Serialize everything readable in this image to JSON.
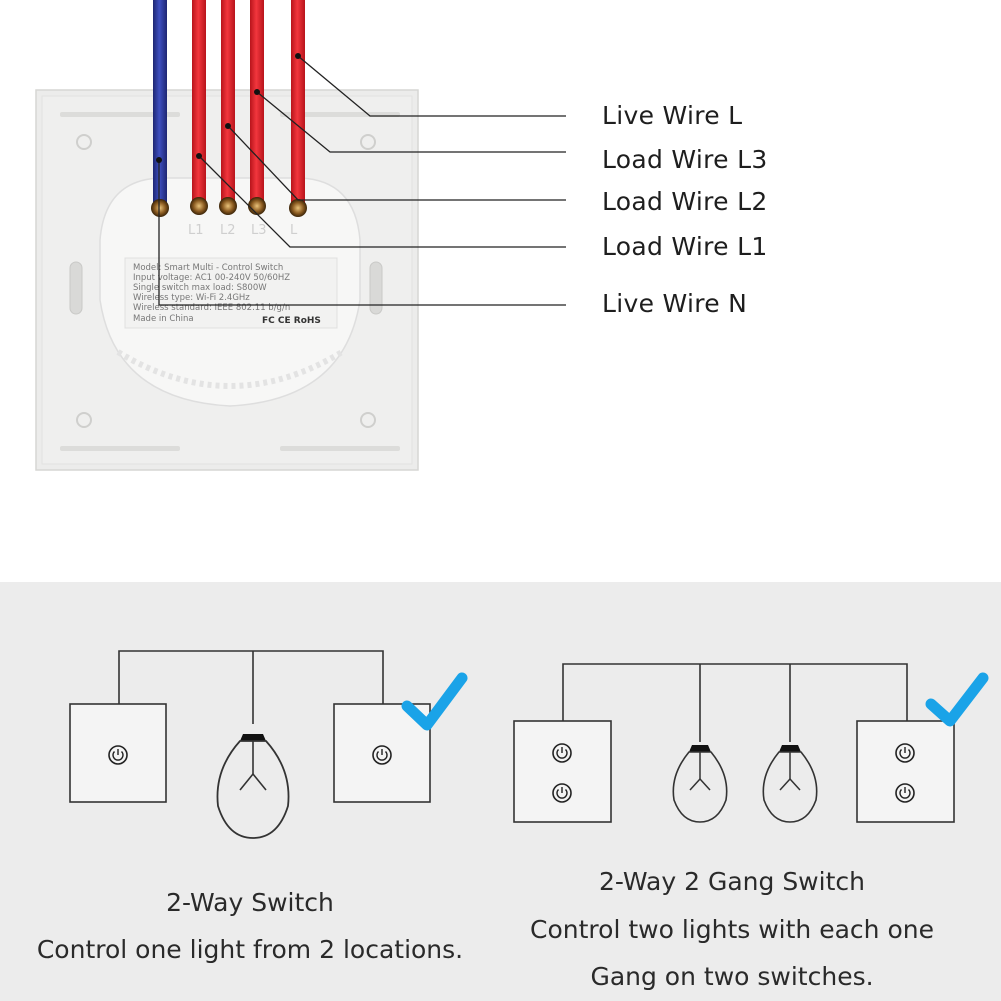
{
  "wiring": {
    "labels": {
      "live_l": "Live Wire  L",
      "load_l3": "Load Wire L3",
      "load_l2": "Load Wire L2",
      "load_l1": "Load Wire L1",
      "live_n": "Live Wire  N"
    },
    "terminals": [
      "L1",
      "L2",
      "L3",
      "L"
    ],
    "back_label": {
      "model": "Model:  Smart Multi - Control Switch",
      "voltage": "Input voltage:  AC1 00-240V 50/60HZ",
      "max_load": "Single switch max load:  S800W",
      "wireless_type": "Wireless type:  Wi-Fi 2.4GHz",
      "wireless_std": "Wireless standard:  IEEE 802.11 b/g/n",
      "origin": "Made in China",
      "marks": "FC CE RoHS"
    },
    "colors": {
      "live": "#e8222b",
      "neutral": "#2c3a9a"
    }
  },
  "diagrams": {
    "two_way": {
      "title": "2-Way Switch",
      "description": "Control one light from 2 locations."
    },
    "two_gang": {
      "title": "2-Way 2 Gang Switch",
      "description_line1": "Control two lights with each one",
      "description_line2": "Gang on two switches."
    },
    "check_color": "#1aa3e8",
    "panel_bg": "#ececec"
  }
}
